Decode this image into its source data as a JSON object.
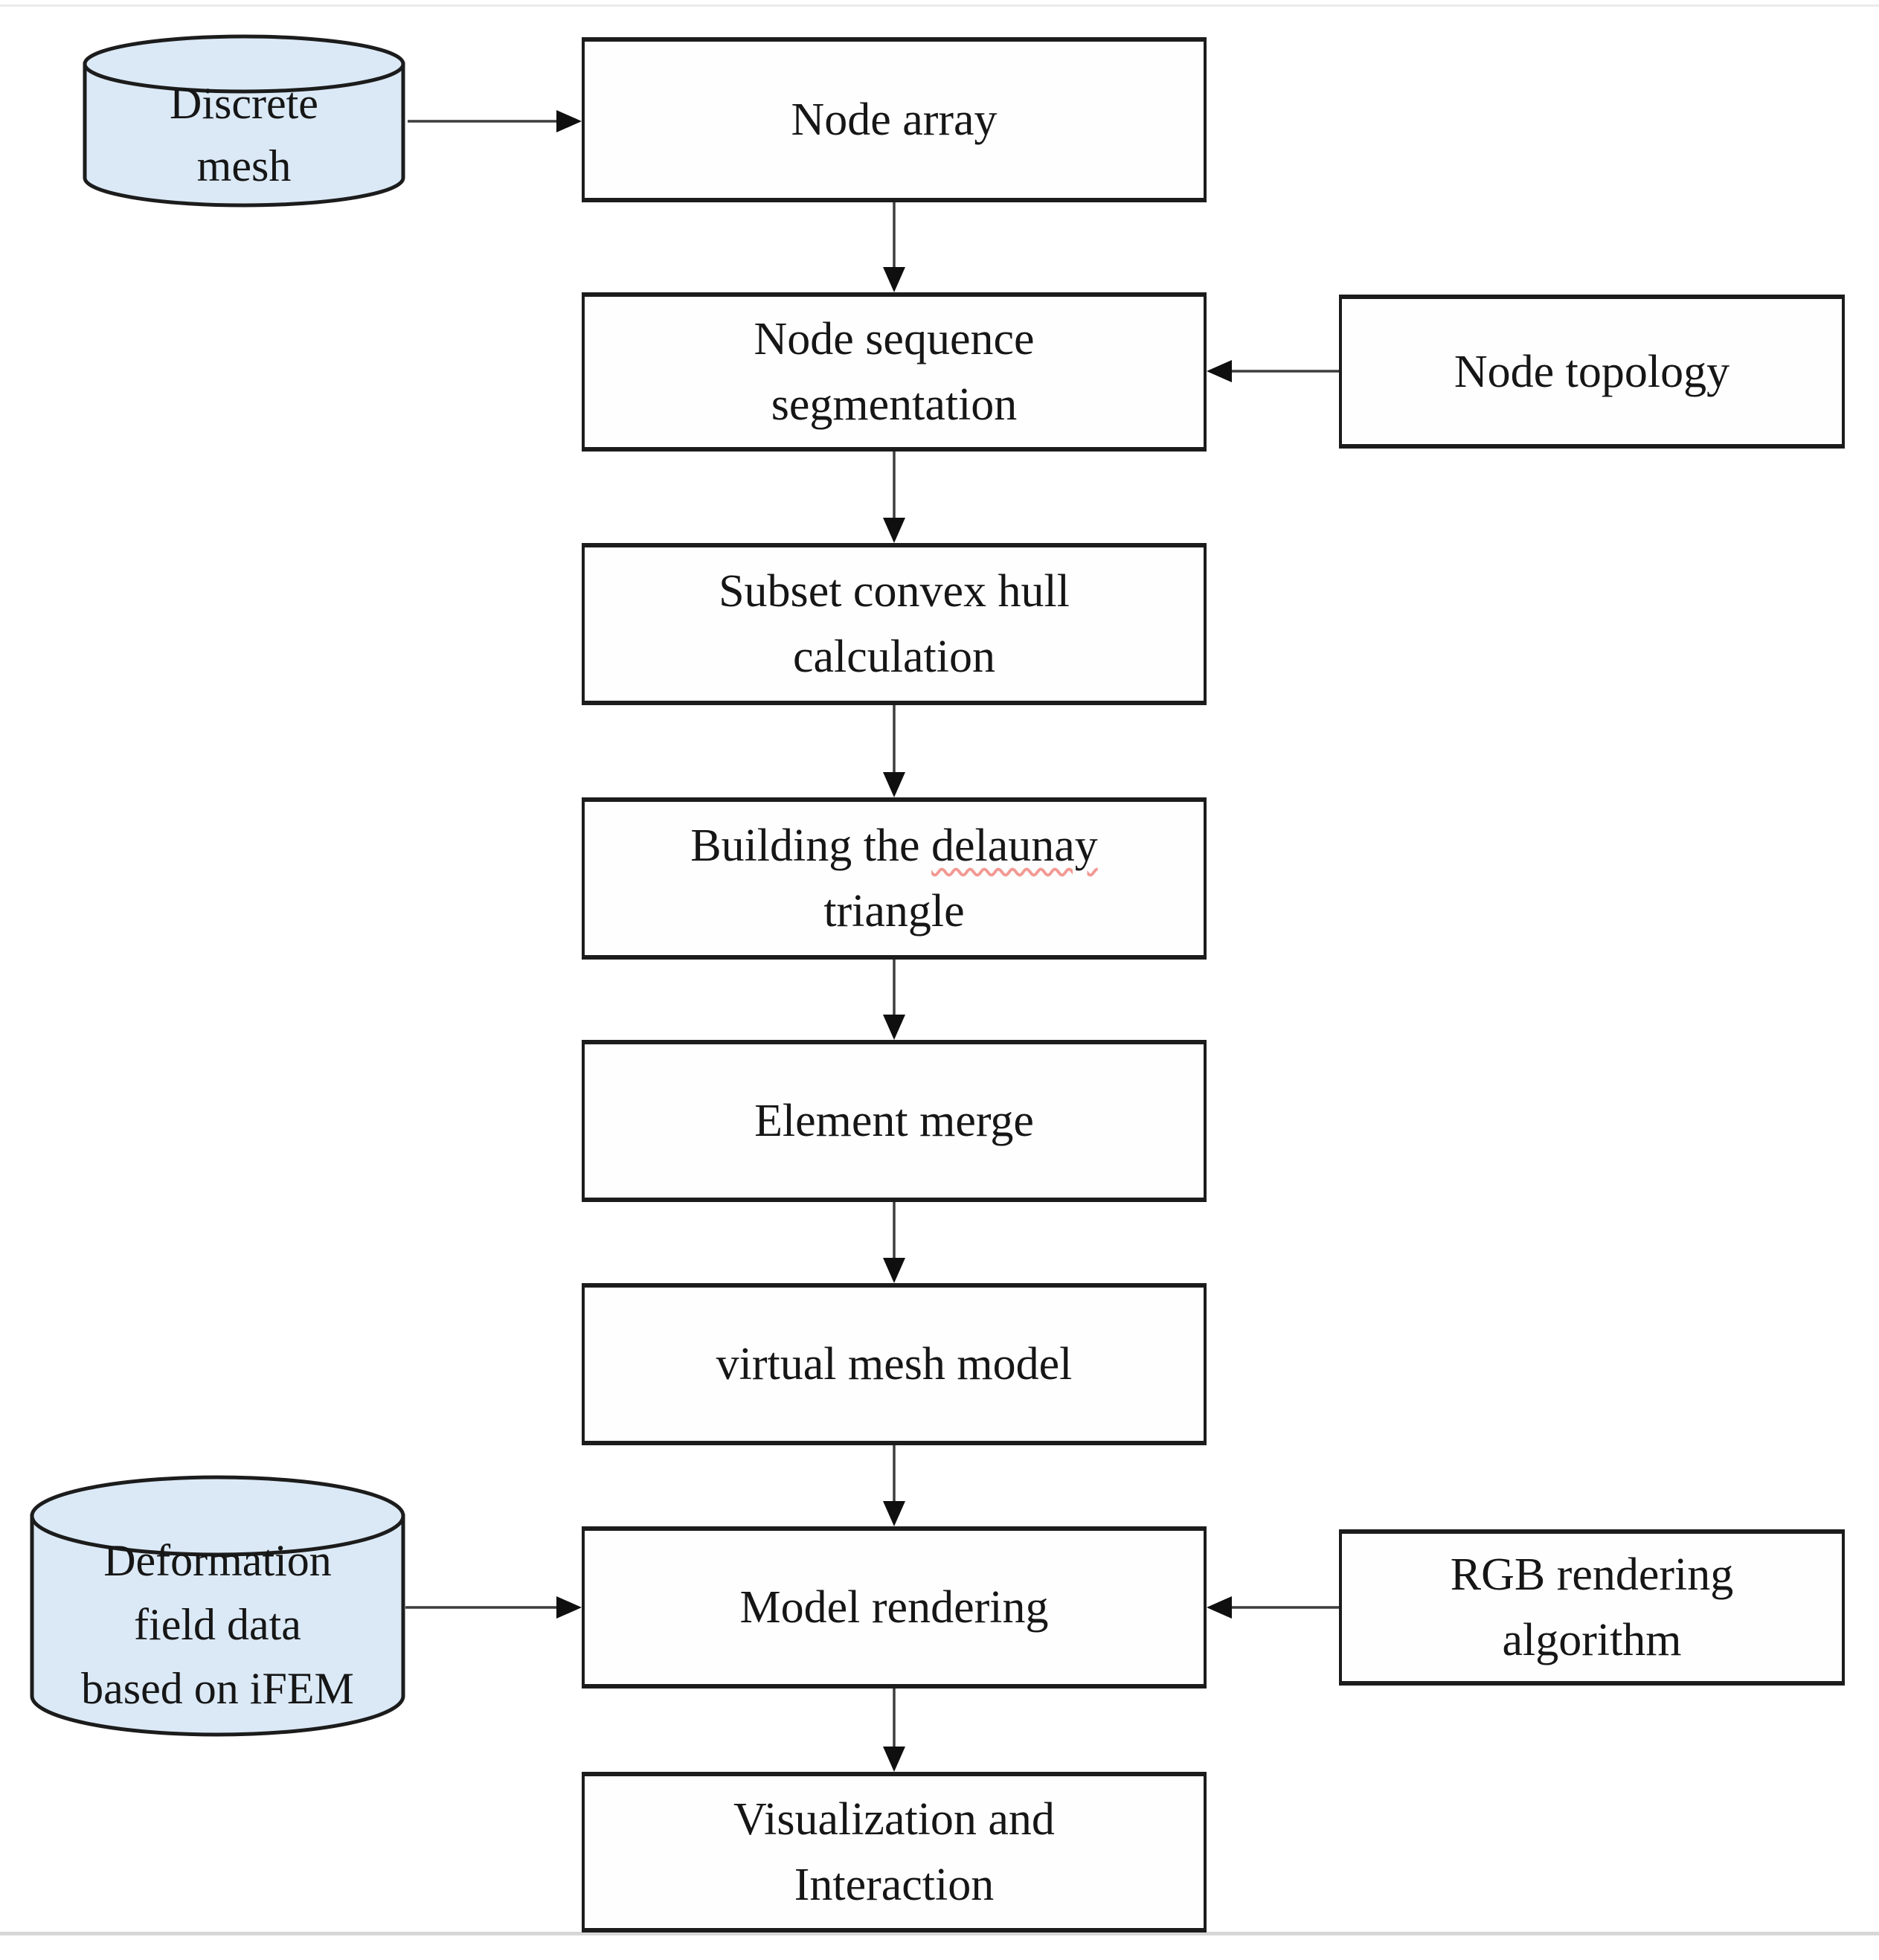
{
  "figure": {
    "type": "flowchart",
    "description_colors": {
      "cylinder_fill": "#dbe9f6",
      "box_fill": "#fefefe",
      "border": "#1c1c1c",
      "arrow_line": "#3d3d3d",
      "arrow_head": "#0f0f0f",
      "spellcheck_underline": "#f29a94",
      "bottom_rule": "#d7d7d7",
      "top_rule": "#ebebeb"
    }
  },
  "nodes": {
    "discrete_mesh": {
      "line1": "Discrete",
      "line2": "mesh"
    },
    "node_array": {
      "label": "Node array"
    },
    "node_sequence": {
      "line1": "Node sequence",
      "line2": "segmentation"
    },
    "node_topology": {
      "label": "Node topology"
    },
    "subset_convex": {
      "line1": "Subset convex hull",
      "line2": "calculation"
    },
    "building_delaunay": {
      "prefix": "Building the",
      "misspelled": "delaunay",
      "line2": "triangle"
    },
    "element_merge": {
      "label": "Element merge"
    },
    "virtual_mesh": {
      "label": "virtual mesh model"
    },
    "model_rendering": {
      "label": "Model rendering"
    },
    "deformation_data": {
      "line1": "Deformation",
      "line2": "field data",
      "line3": "based on iFEM"
    },
    "rgb_rendering": {
      "line1": "RGB rendering",
      "line2": "algorithm"
    },
    "visualization": {
      "line1": "Visualization and",
      "line2": "Interaction"
    }
  }
}
